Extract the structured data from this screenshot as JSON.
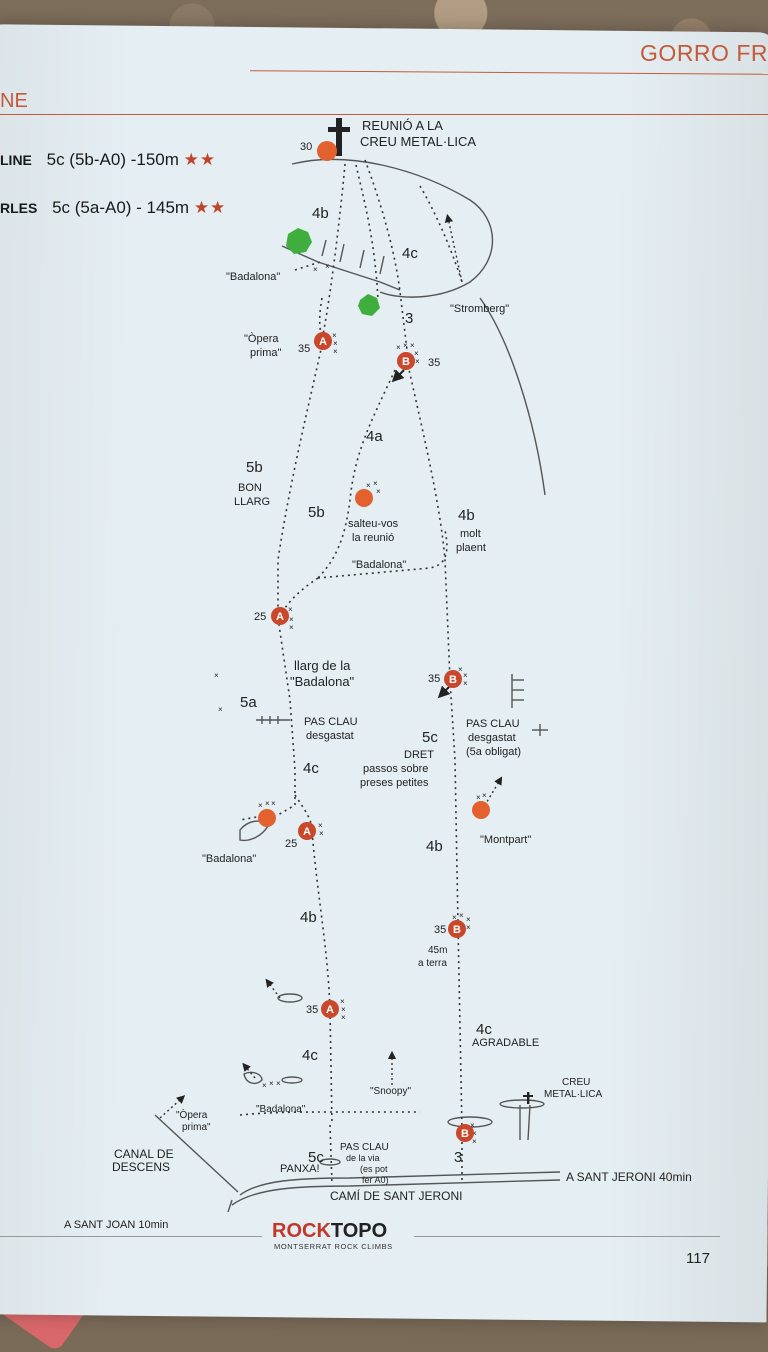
{
  "header": {
    "title": "GORRO FR",
    "left_fragment": "NE"
  },
  "routes": [
    {
      "name": "LINE",
      "grade": "5c (5b-A0) -150m",
      "stars": "★★"
    },
    {
      "name": "RLES",
      "grade": "5c (5a-A0) - 145m",
      "stars": "★★"
    }
  ],
  "topo": {
    "summit": {
      "belay": "30",
      "title_line1": "REUNIÓ A LA",
      "title_line2": "CREU METAL·LICA"
    },
    "grades": {
      "g4b_top": "4b",
      "g4c_top": "4c",
      "g3_top": "3",
      "g4a": "4a",
      "g5b_left": "5b",
      "g5b_mid": "5b",
      "g4b_right": "4b",
      "g5a": "5a",
      "g5c_right": "5c",
      "g4c_left": "4c",
      "g4b_right2": "4b",
      "g4b_left2": "4b",
      "g4c_right2": "4c",
      "g4c_left2": "4c",
      "g5c_bottom": "5c",
      "g3_bottom": "3"
    },
    "labels": {
      "badalona_top": "\"Badalona\"",
      "opera_prima_1": "\"Òpera",
      "opera_prima_2": "prima\"",
      "stromberg": "\"Stromberg\"",
      "bon_llarg_1": "BON",
      "bon_llarg_2": "LLARG",
      "salteu_1": "salteu-vos",
      "salteu_2": "la reunió",
      "molt_1": "molt",
      "molt_2": "plaent",
      "badalona_mid": "\"Badalona\"",
      "llarg_1": "llarg de la",
      "llarg_2": "\"Badalona\"",
      "pas_clau_left_1": "PAS CLAU",
      "pas_clau_left_2": "desgastat",
      "dret_1": "DRET",
      "dret_2": "passos sobre",
      "dret_3": "preses petites",
      "pas_clau_right_1": "PAS CLAU",
      "pas_clau_right_2": "desgastat",
      "pas_clau_right_3": "(5a obligat)",
      "montpart": "\"Montpart\"",
      "badalona_low": "\"Badalona\"",
      "terra_1": "45m",
      "terra_2": "a terra",
      "agradable": "AGRADABLE",
      "snoopy": "\"Snoopy\"",
      "badalona_bottom": "\"Badalona\"",
      "opera_bottom_1": "\"Òpera",
      "opera_bottom_2": "prima\"",
      "creu_1": "CREU",
      "creu_2": "METAL·LICA",
      "canal_1": "CANAL DE",
      "canal_2": "DESCENS",
      "pas_clau_bottom": "PAS CLAU",
      "de_la_via": "de la via",
      "panxa": "PANXA!",
      "es_pot_1": "(es pot",
      "es_pot_2": "fer A0)",
      "sant_jeroni": "A SANT JERONI  40min",
      "cami": "CAMÍ DE SANT JERONI",
      "sant_joan": "A SANT JOAN  10min"
    },
    "belays": {
      "b35_top_a": "35",
      "b35_top_b": "35",
      "b25_a": "25",
      "b35_mid_b": "35",
      "b25_low_a": "25",
      "b35_low_b": "35",
      "b35_bottom_a": "35"
    },
    "belay_letters": {
      "A": "A",
      "B": "B"
    },
    "colors": {
      "belay": "#e2612f",
      "route": "#333333",
      "bush": "#3fae3f"
    }
  },
  "footer": {
    "logo_rock": "ROCK",
    "logo_topo": "TOPO",
    "logo_sub": "MONTSERRAT ROCK CLIMBS",
    "page_number": "117"
  }
}
